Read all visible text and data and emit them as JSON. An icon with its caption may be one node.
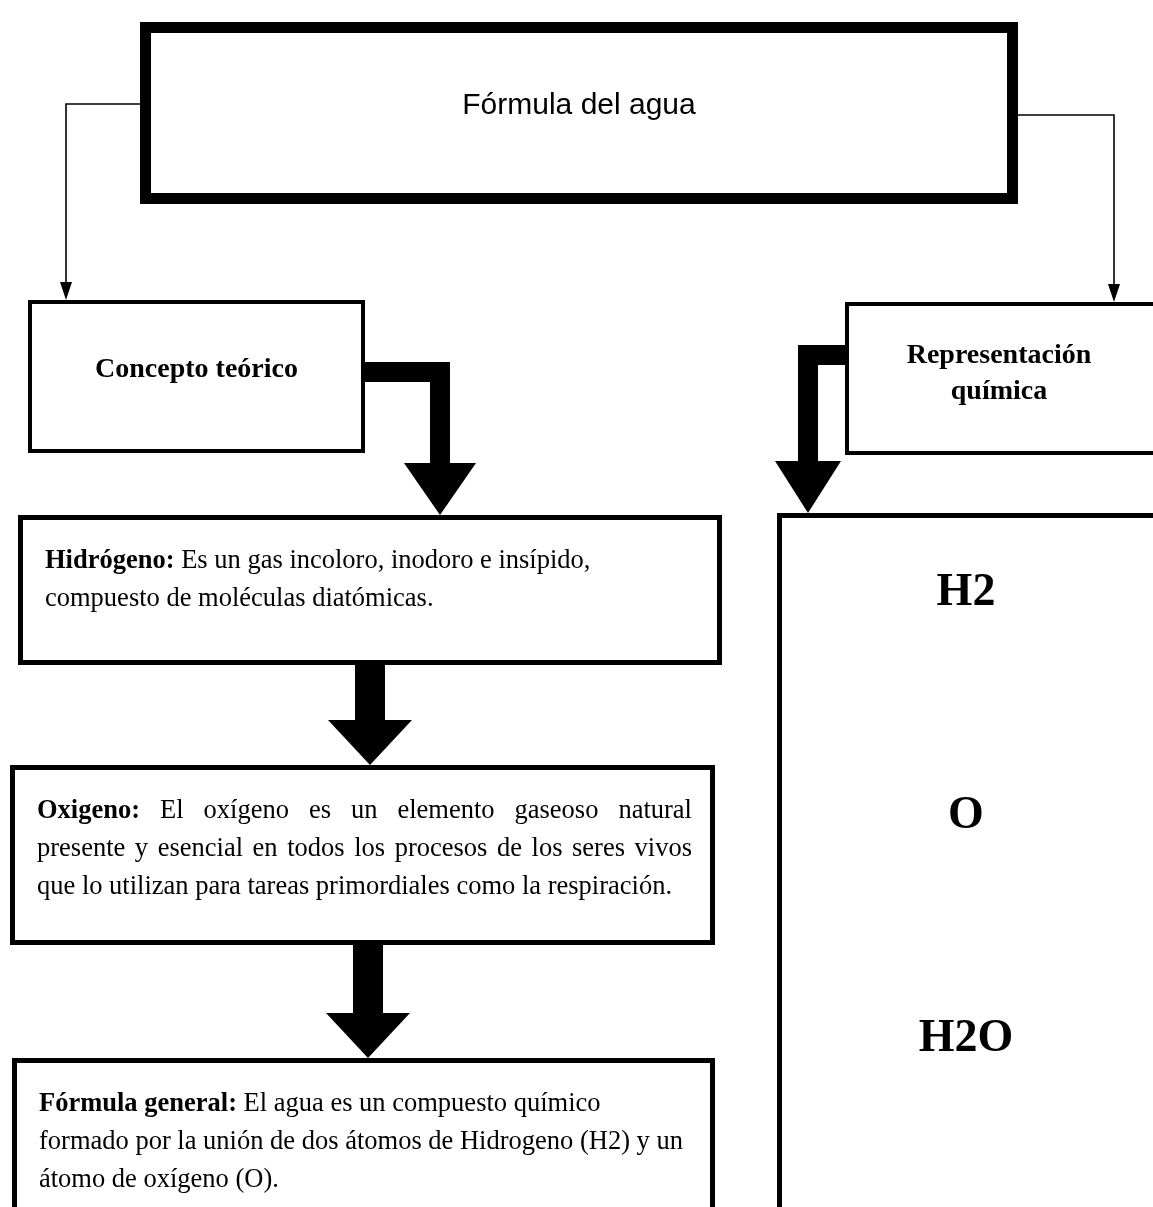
{
  "diagram": {
    "nodes": [
      {
        "text": [
          "Fórmula del agua"
        ]
      },
      {
        "text": [
          "Concepto teórico"
        ]
      },
      {
        "text": [
          "Representación química"
        ]
      },
      {
        "text": [
          "**Hidrógeno:** Es un gas incoloro, inodoro e insípido, compuesto de moléculas diatómicas."
        ]
      },
      {
        "text": [
          "**Oxigeno:** El oxígeno es un elemento gaseoso natural presente y esencial en todos los procesos de los seres vivos que lo utilizan para tareas primordiales como la respiración."
        ]
      },
      {
        "text": [
          "**Fórmula general:** El agua es un compuesto químico formado por la unión de dos átomos de Hidrogeno (H2) y un átomo de oxígeno (O)."
        ]
      },
      {
        "text": [
          "H2",
          "O",
          "H2O"
        ]
      }
    ],
    "edges": [
      {
        "from": 0,
        "to": 1,
        "arrow": "to"
      },
      {
        "from": 0,
        "to": 2,
        "arrow": "to"
      },
      {
        "from": 1,
        "to": 3,
        "arrow": "to"
      },
      {
        "from": 2,
        "to": 6,
        "arrow": "to"
      },
      {
        "from": 3,
        "to": 4,
        "arrow": "to"
      },
      {
        "from": 4,
        "to": 5,
        "arrow": "to"
      }
    ]
  }
}
